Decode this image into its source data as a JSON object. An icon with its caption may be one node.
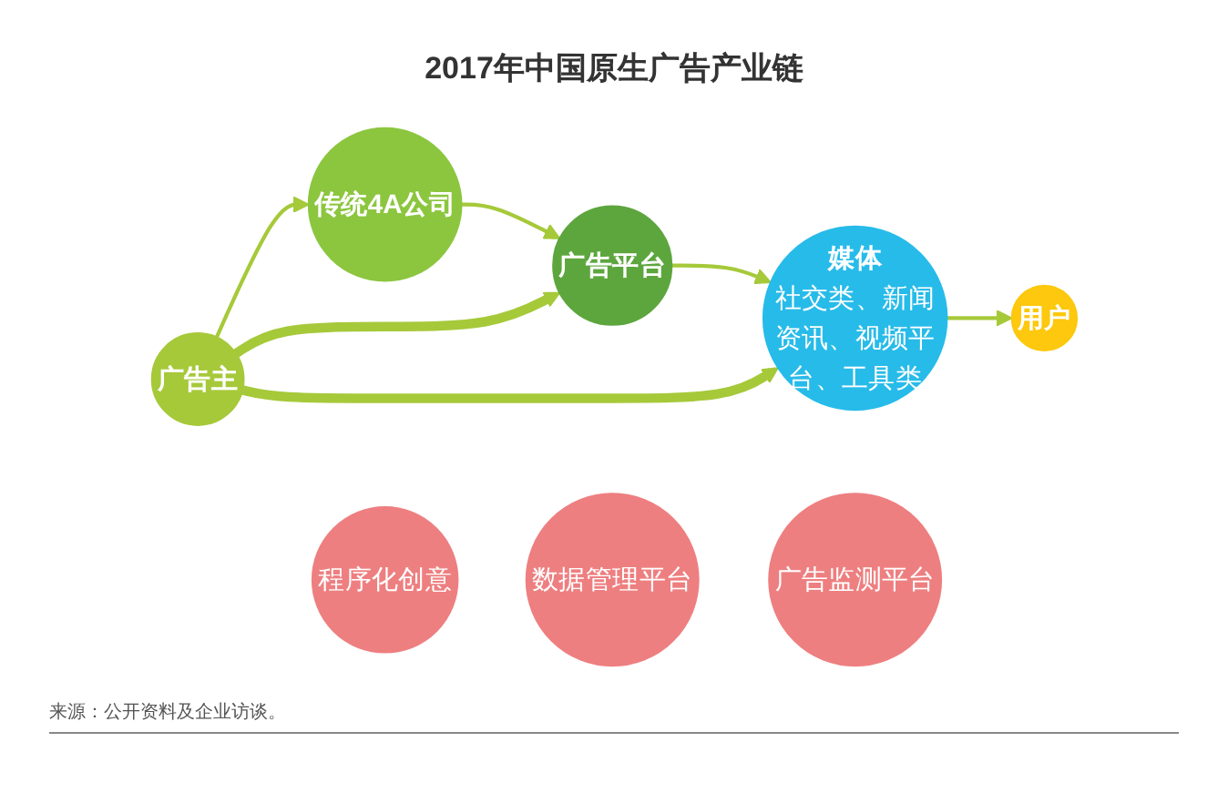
{
  "diagram": {
    "title": "2017年中国原生广告产业链",
    "nodes": [
      {
        "text": [
          "广告主"
        ]
      },
      {
        "text": [
          "传统4A公司"
        ]
      },
      {
        "text": [
          "广告平台"
        ]
      },
      {
        "text": [
          "媒体",
          "社交类、新闻资讯、视频平台、工具类"
        ]
      },
      {
        "text": [
          "用户"
        ]
      },
      {
        "text": [
          "程序化创意"
        ]
      },
      {
        "text": [
          "数据管理平台"
        ]
      },
      {
        "text": [
          "广告监测平台"
        ]
      }
    ],
    "edges": [
      {
        "from": 0,
        "to": 1,
        "arrow": "to"
      },
      {
        "from": 1,
        "to": 2,
        "arrow": "to"
      },
      {
        "from": 2,
        "to": 3,
        "arrow": "to"
      },
      {
        "from": 3,
        "to": 4,
        "arrow": "to"
      },
      {
        "from": 0,
        "to": 2,
        "arrow": "to",
        "style": "thick"
      },
      {
        "from": 0,
        "to": 3,
        "arrow": "to",
        "style": "thick"
      }
    ],
    "caption": "来源：公开资料及企业访谈。"
  }
}
